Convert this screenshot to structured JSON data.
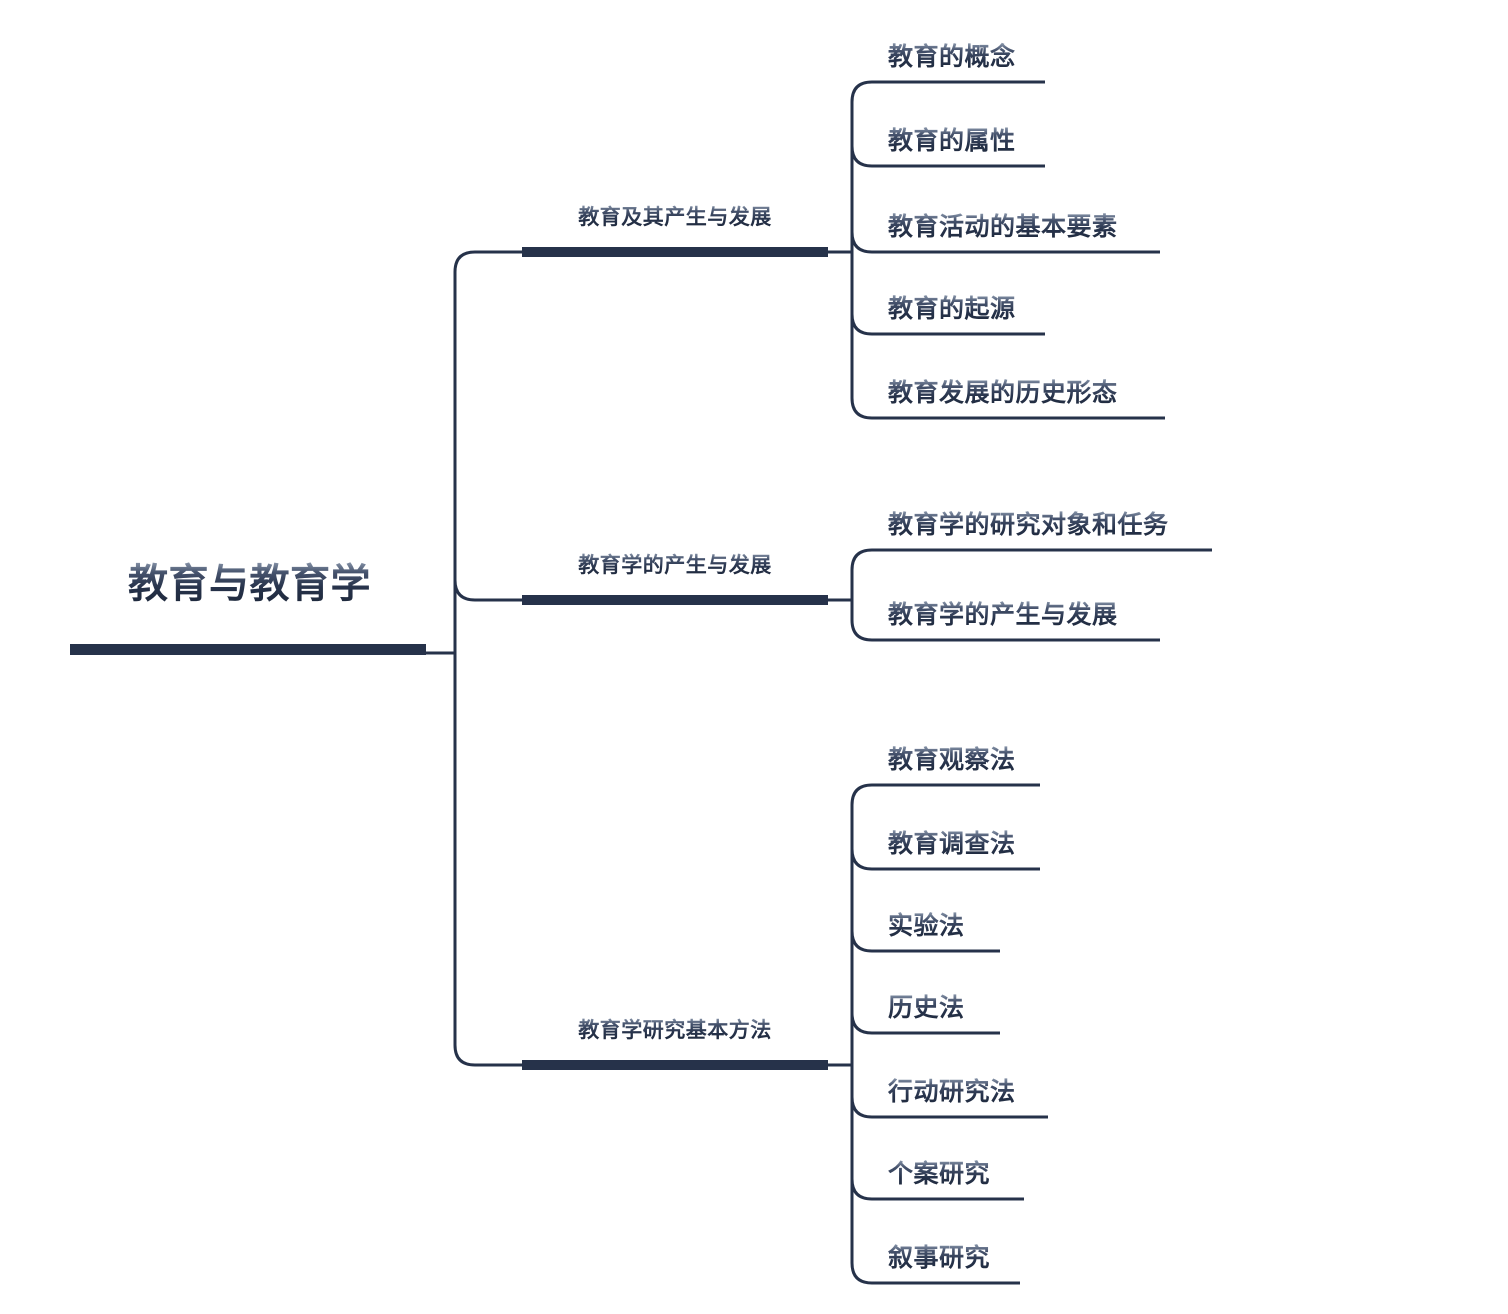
{
  "diagram": {
    "type": "mindmap",
    "title": "教育与教育学",
    "orientation": "left-to-right",
    "colors": {
      "node_text": "#26324a",
      "connector": "#26324a",
      "background": "#ffffff"
    },
    "root": {
      "label": "教育与教育学"
    },
    "branches": [
      {
        "label": "教育及其产生与发展",
        "children": [
          {
            "label": "教育的概念"
          },
          {
            "label": "教育的属性"
          },
          {
            "label": "教育活动的基本要素"
          },
          {
            "label": "教育的起源"
          },
          {
            "label": "教育发展的历史形态"
          }
        ]
      },
      {
        "label": "教育学的产生与发展",
        "children": [
          {
            "label": "教育学的研究对象和任务"
          },
          {
            "label": "教育学的产生与发展"
          }
        ]
      },
      {
        "label": "教育学研究基本方法",
        "children": [
          {
            "label": "教育观察法"
          },
          {
            "label": "教育调查法"
          },
          {
            "label": "实验法"
          },
          {
            "label": "历史法"
          },
          {
            "label": "行动研究法"
          },
          {
            "label": "个案研究"
          },
          {
            "label": "叙事研究"
          }
        ]
      }
    ]
  }
}
